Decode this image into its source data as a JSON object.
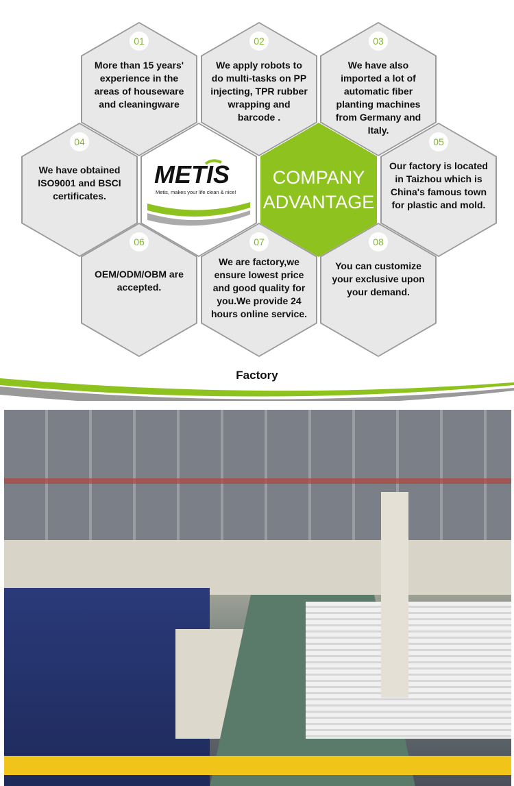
{
  "brand": {
    "name": "METIS",
    "tagline": "Metis, makes your life clean & nice!"
  },
  "center": {
    "line1": "COMPANY",
    "line2": "ADVANTAGE"
  },
  "advantages": [
    {
      "num": "01",
      "text": "More than 15 years' experience in the areas of houseware and cleaningware"
    },
    {
      "num": "02",
      "text": "We apply robots to do multi-tasks on PP injecting, TPR rubber wrapping and barcode ."
    },
    {
      "num": "03",
      "text": "We have also imported a lot of automatic fiber planting machines from Germany and Italy."
    },
    {
      "num": "04",
      "text": "We have obtained ISO9001 and BSCI certificates."
    },
    {
      "num": "05",
      "text": "Our factory is located in Taizhou which is China's famous town for plastic and mold."
    },
    {
      "num": "06",
      "text": "OEM/ODM/OBM are accepted."
    },
    {
      "num": "07",
      "text": "We are factory,we ensure lowest price and good quality for you.We provide 24 hours online service."
    },
    {
      "num": "08",
      "text": "You can customize your exclusive upon your demand."
    }
  ],
  "section": {
    "title": "Factory"
  },
  "colors": {
    "green": "#8dc21f",
    "hex_bg": "#e8e8e8"
  }
}
